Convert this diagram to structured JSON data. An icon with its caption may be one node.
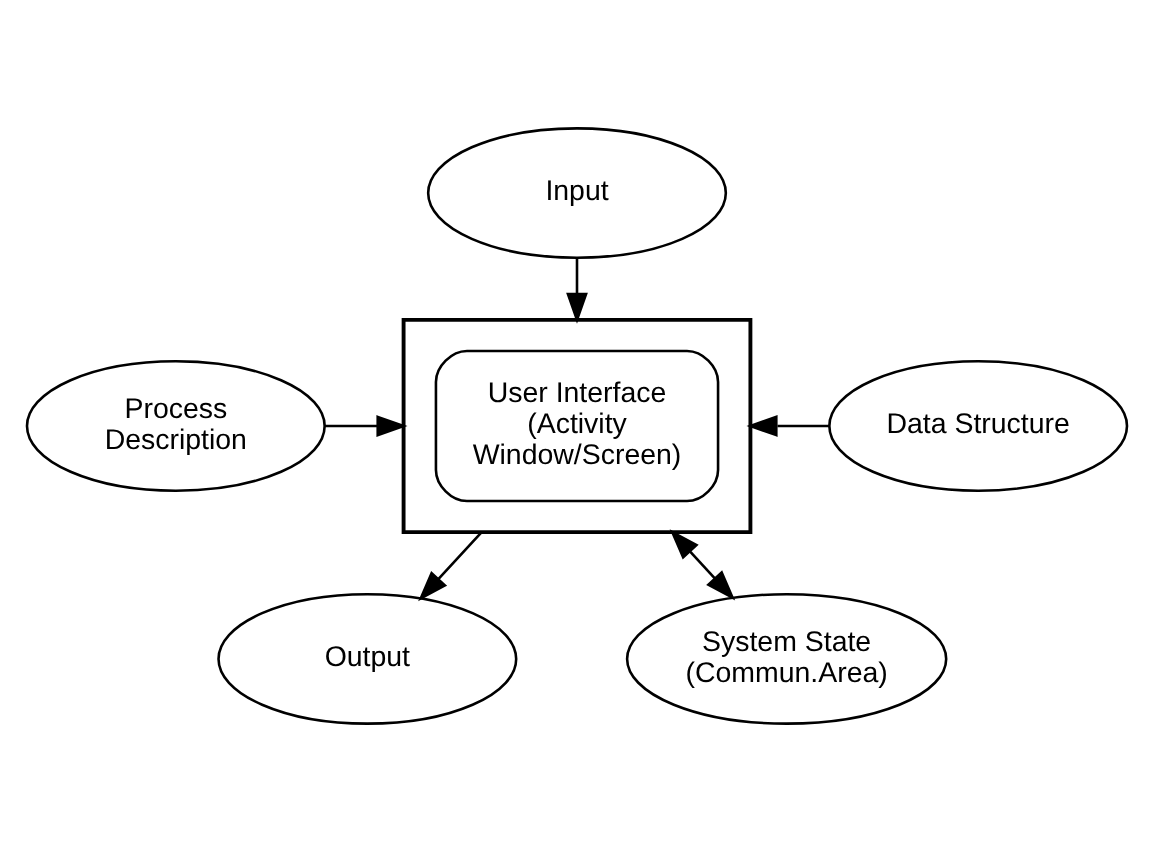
{
  "diagram": {
    "nodes": [
      {
        "text": [
          "Input"
        ]
      },
      {
        "text": [],
        "shape": "box"
      },
      {
        "text": [
          "User Interface (Activity Window/Screen)"
        ],
        "in": 1
      },
      {
        "text": [
          "Process Description"
        ]
      },
      {
        "text": [
          "Data Structure"
        ]
      },
      {
        "text": [
          "Output"
        ]
      },
      {
        "text": [
          "System State (Commun.Area)"
        ]
      }
    ],
    "edges": [
      {
        "from": 0,
        "to": 1,
        "arrow": "to"
      },
      {
        "from": 3,
        "to": 1,
        "arrow": "to"
      },
      {
        "from": 4,
        "to": 1,
        "arrow": "to"
      },
      {
        "from": 1,
        "to": 5,
        "arrow": "to"
      },
      {
        "from": 1,
        "to": 6,
        "arrow": "both"
      }
    ]
  }
}
